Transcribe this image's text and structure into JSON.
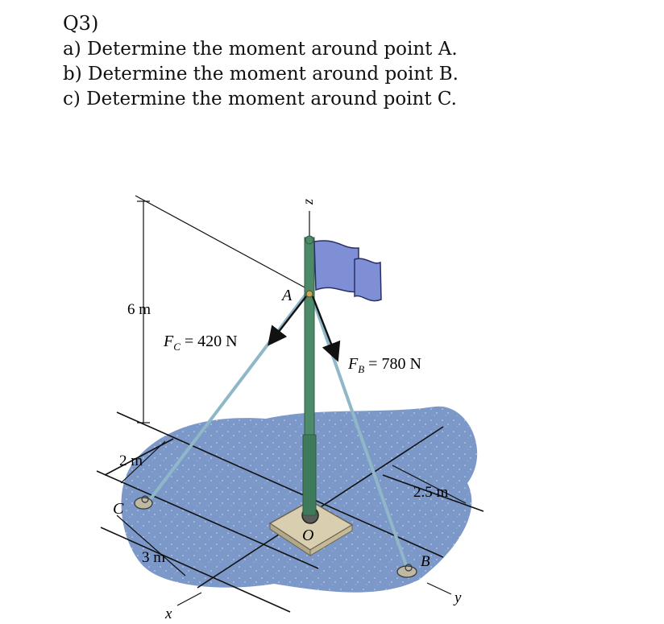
{
  "question": {
    "title": "Q3)",
    "parts": [
      "a) Determine the moment around point A.",
      "b) Determine the moment around point B.",
      "c) Determine the moment around point C."
    ]
  },
  "figure": {
    "axis_z": "z",
    "axis_x": "x",
    "axis_y": "y",
    "point_A": "A",
    "point_B": "B",
    "point_C": "C",
    "point_O": "O",
    "height_label": "6 m",
    "dim_2m": "2 m",
    "dim_3m": "3 m",
    "dim_2_5m": "2.5 m",
    "force_C_label_F": "F",
    "force_C_label_sub": "C",
    "force_C_label_val": " = 420 N",
    "force_B_label_F": "F",
    "force_B_label_sub": "B",
    "force_B_label_val": " = 780 N",
    "colors": {
      "flag": "#7f8fd6",
      "ground": "#6f8fc4",
      "pole": "#4d8a6a",
      "cable": "#8fb7c7",
      "base": "#d9cfb0"
    }
  }
}
